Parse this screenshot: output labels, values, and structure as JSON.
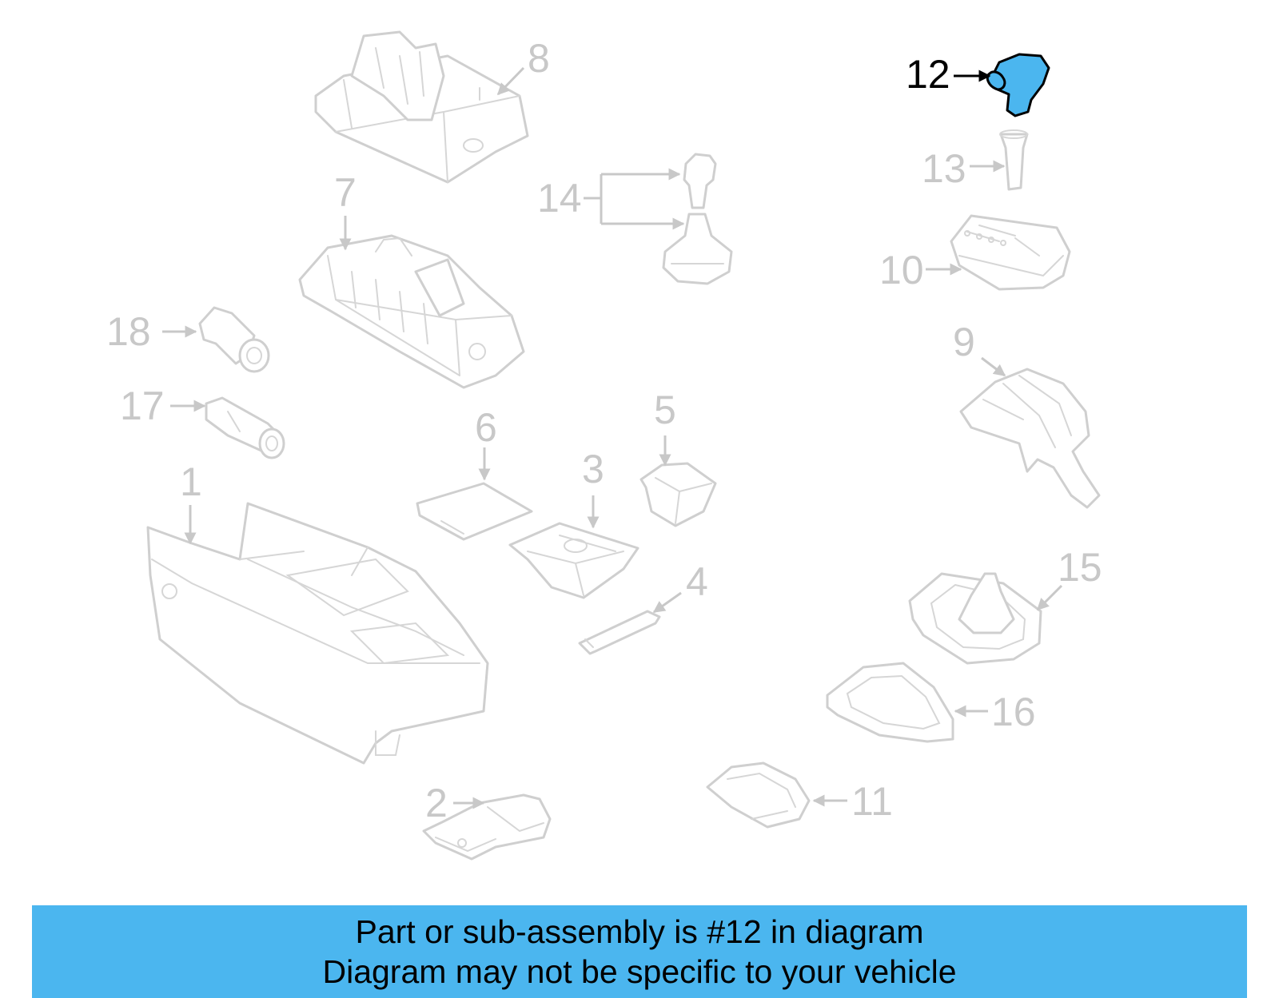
{
  "callouts": {
    "p1": "1",
    "p2": "2",
    "p3": "3",
    "p4": "4",
    "p5": "5",
    "p6": "6",
    "p7": "7",
    "p8": "8",
    "p9": "9",
    "p10": "10",
    "p11": "11",
    "p12": "12",
    "p13": "13",
    "p14": "14",
    "p15": "15",
    "p16": "16",
    "p17": "17",
    "p18": "18"
  },
  "highlight": {
    "part": "12",
    "color": "#4bb6ef"
  },
  "banner": {
    "line1": "Part or sub-assembly is #12 in diagram",
    "line2": "Diagram may not be specific to your vehicle",
    "color": "#4bb6ef"
  }
}
